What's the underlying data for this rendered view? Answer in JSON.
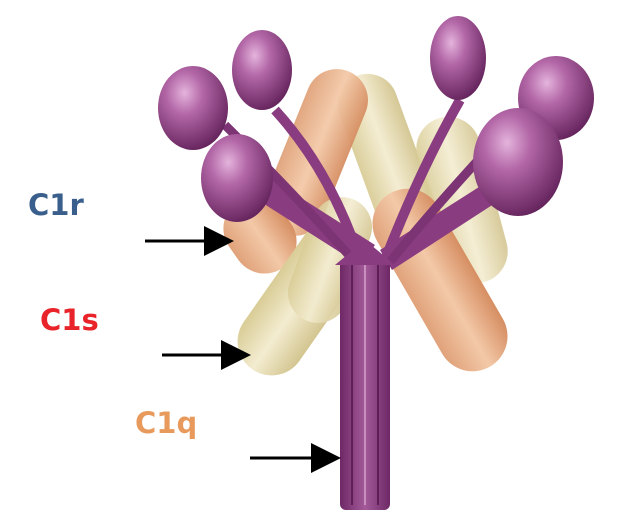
{
  "labels": {
    "c1r": "C1r",
    "c1s": "C1s",
    "c1q": "C1q"
  },
  "colors": {
    "c1r_label": "#3a5f8c",
    "c1s_label": "#e8232a",
    "c1q_label": "#e89a5c",
    "purple_head": "#9a4a8e",
    "purple_stalk": "#8a3c80",
    "c1r_orange": "#e0a27a",
    "c1s_beige": "#e6dcb2",
    "arrow": "#000000"
  }
}
